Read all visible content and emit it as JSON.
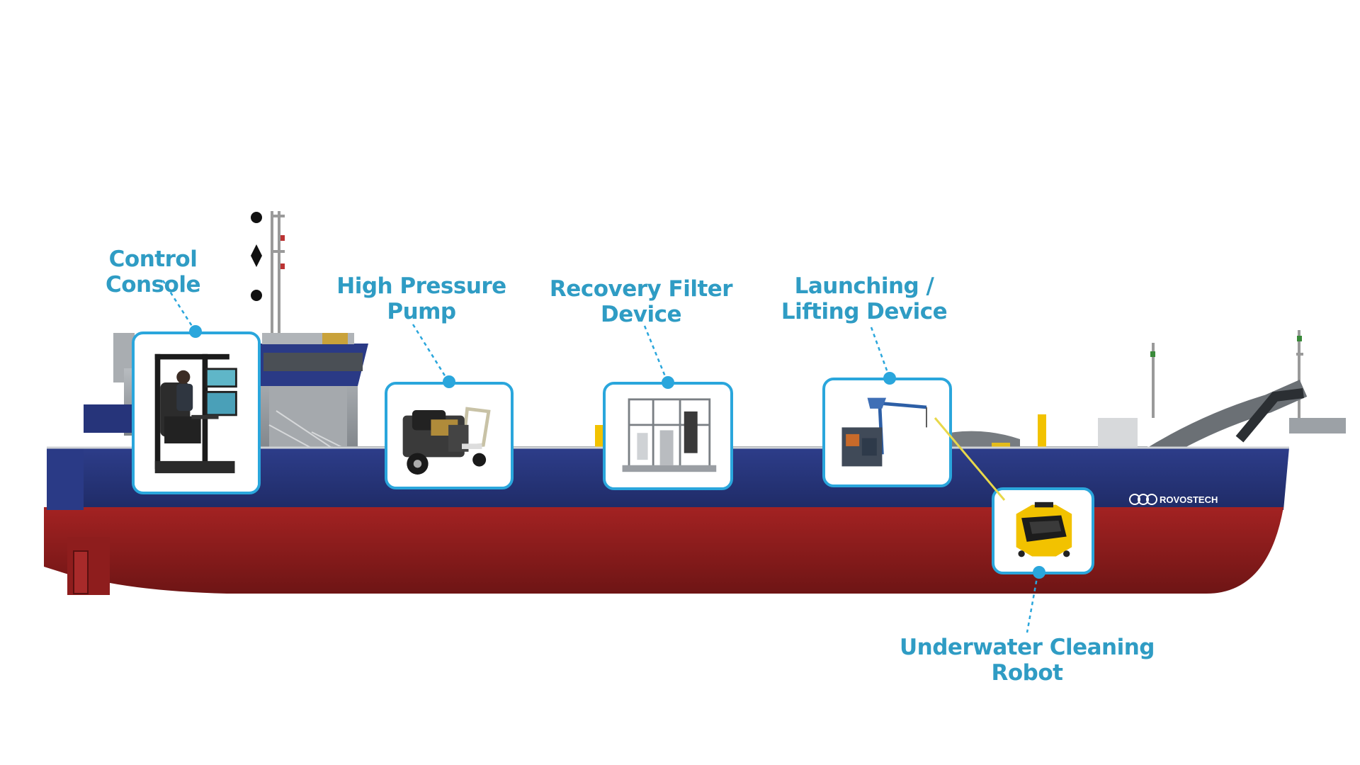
{
  "brand": {
    "name": "ROVOSTECH"
  },
  "callouts": {
    "control_console": {
      "label": "Control Console"
    },
    "high_pressure_pump": {
      "label_line1": "High Pressure",
      "label_line2": "Pump"
    },
    "recovery_filter": {
      "label_line1": "Recovery Filter",
      "label_line2": "Device"
    },
    "launching_lifting": {
      "label_line1": "Launching /",
      "label_line2": "Lifting Device"
    },
    "underwater_robot": {
      "label_line1": "Underwater Cleaning",
      "label_line2": "Robot"
    }
  },
  "colors": {
    "accent": "#2aa6dc",
    "label_text": "#2f9cc4",
    "hull_red": "#8e1d1d",
    "hull_blue": "#26347a",
    "deck_grey": "#8c9196",
    "robot_yellow": "#f2c200"
  }
}
